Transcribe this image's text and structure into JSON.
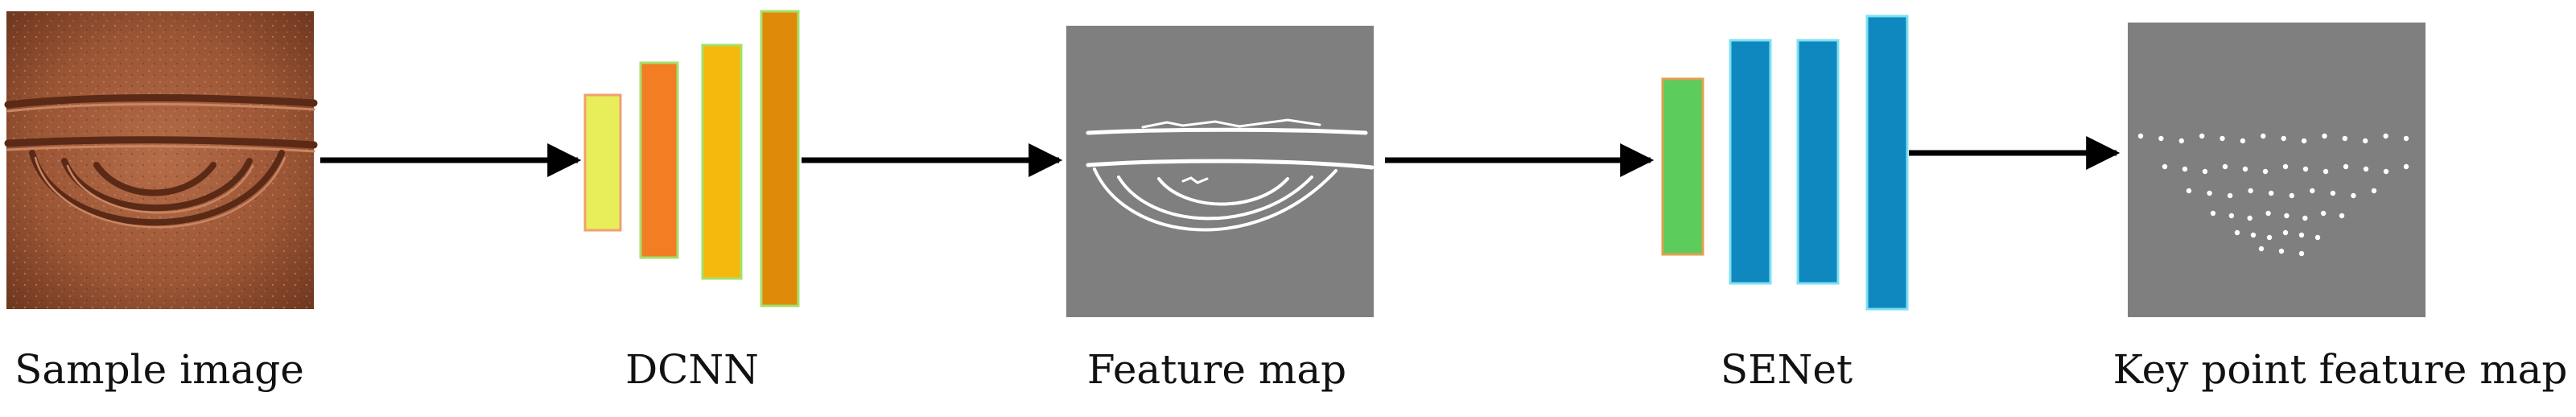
{
  "labels": {
    "sample_image": "Sample image",
    "dcnn": "DCNN",
    "feature_map": "Feature map",
    "senet": "SENet",
    "key_point_feature_map": "Key point feature map"
  },
  "colors": {
    "arrow": "#000000",
    "map_background": "#7f7f7f",
    "map_strokes": "#ffffff",
    "dcnn_layers": [
      "#e8ee5a",
      "#f27d22",
      "#f5b80c",
      "#e08a0a"
    ],
    "dcnn_border": "#f0a070",
    "senet_layers": [
      "#5ccc5c",
      "#0f88bf",
      "#0f88bf",
      "#0f88bf"
    ],
    "senet_border": "#e0a050",
    "rock_texture": [
      "#8a4a2c",
      "#b06a48",
      "#6e3720"
    ]
  }
}
